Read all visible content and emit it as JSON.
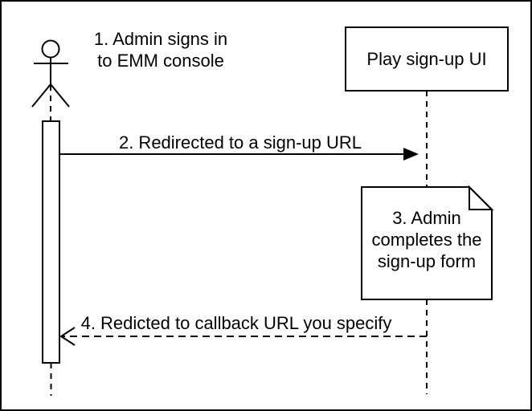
{
  "diagram": {
    "actor": {
      "step_label": "1. Admin signs in\nto EMM console"
    },
    "participant": {
      "label": "Play sign-up UI"
    },
    "messages": {
      "signup_redirect": {
        "label": "2. Redirected to a sign-up URL"
      },
      "callback_redirect": {
        "label": "4. Redicted to callback URL you specify"
      }
    },
    "note": {
      "label": "3. Admin\ncompletes the\nsign-up form"
    },
    "colors": {
      "stroke": "#000000",
      "background": "#ffffff",
      "note_fold_fill": "#f0f0f0"
    }
  }
}
